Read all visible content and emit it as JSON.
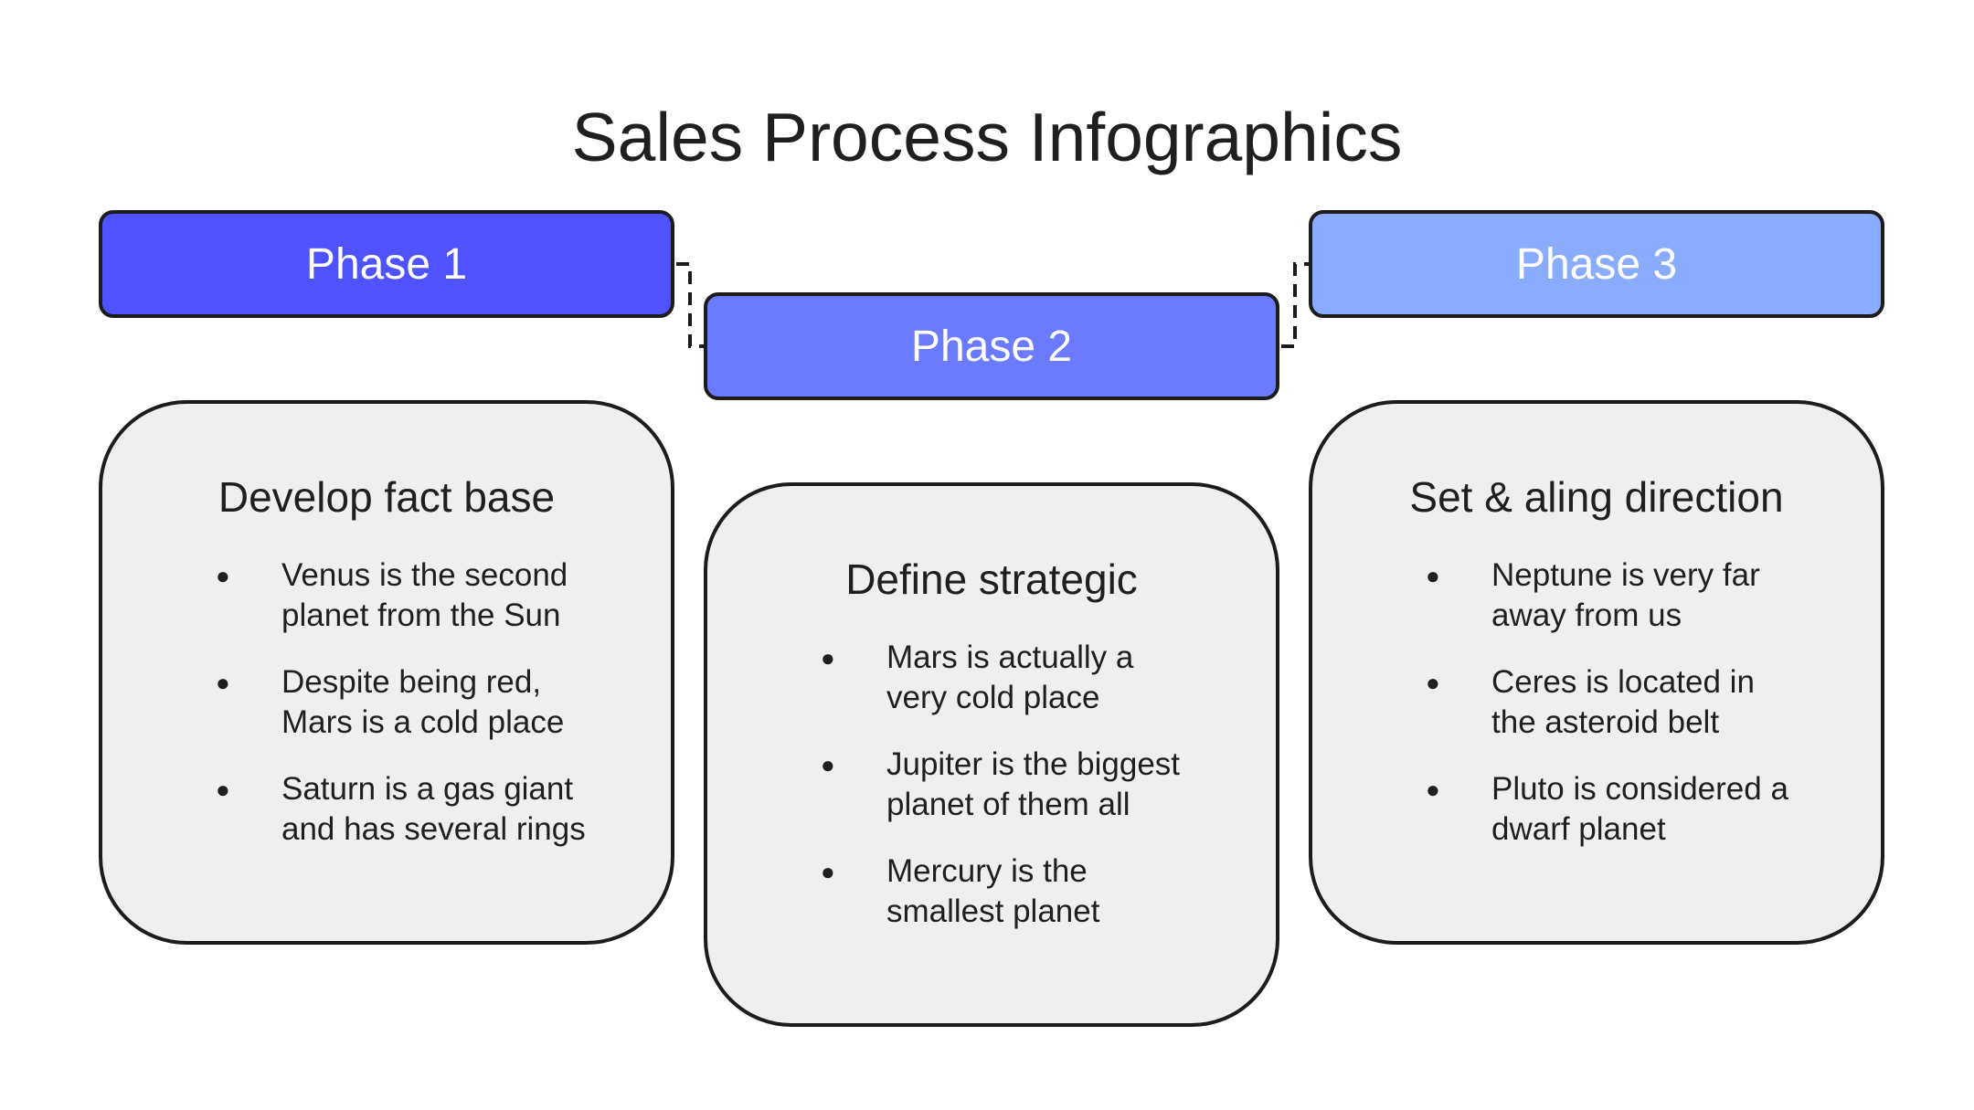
{
  "title": "Sales Process Infographics",
  "colors": {
    "phase_1": "#4f52ff",
    "phase_2": "#6b7bff",
    "phase_3": "#8aacff",
    "card_fill": "#efefef",
    "outline": "#1c1c1c"
  },
  "phases": [
    {
      "label": "Phase 1",
      "heading": "Develop fact base",
      "items": [
        {
          "line1": "Venus is the second",
          "line2": "planet from the Sun"
        },
        {
          "line1": "Despite being red,",
          "line2": "Mars is a cold place"
        },
        {
          "line1": "Saturn is a gas giant",
          "line2": "and has several rings"
        }
      ]
    },
    {
      "label": "Phase 2",
      "heading": "Define strategic",
      "items": [
        {
          "line1": "Mars is actually a",
          "line2": "very cold place"
        },
        {
          "line1": "Jupiter is the biggest",
          "line2": "planet of them all"
        },
        {
          "line1": "Mercury is the",
          "line2": "smallest planet"
        }
      ]
    },
    {
      "label": "Phase 3",
      "heading": "Set & aling direction",
      "items": [
        {
          "line1": "Neptune is very far",
          "line2": "away from us"
        },
        {
          "line1": "Ceres is located in",
          "line2": "the asteroid belt"
        },
        {
          "line1": "Pluto is considered a",
          "line2": "dwarf planet"
        }
      ]
    }
  ],
  "bullet": "●"
}
